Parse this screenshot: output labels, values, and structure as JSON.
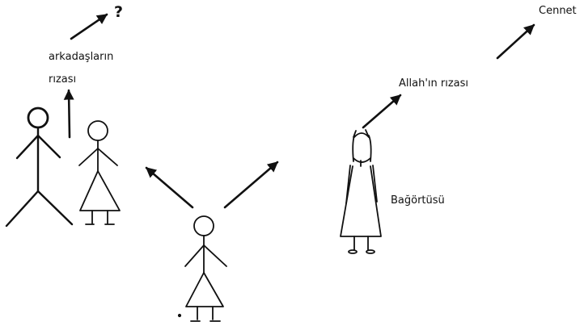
{
  "labels": {
    "question": "?",
    "friends_line1": "arkadaşların",
    "friends_line2": "rızası",
    "gods_approval": "Allah'ın rızası",
    "paradise": "Cennet",
    "headscarf": "Bağörtüsü"
  },
  "colors": {
    "ink": "#111111",
    "background": "#ffffff"
  }
}
